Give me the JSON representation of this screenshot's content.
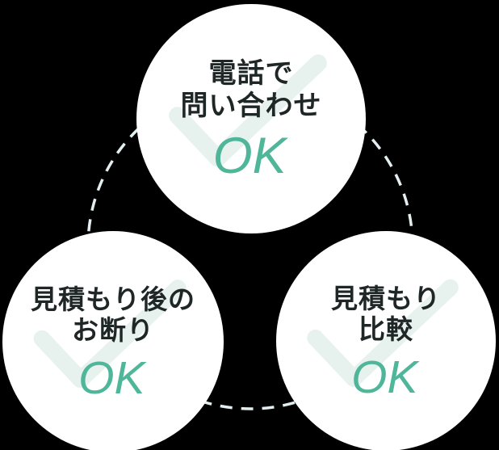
{
  "colors": {
    "background": "#000000",
    "circle": "#ffffff",
    "checkmark": "#e7f2ee",
    "ring": "#e3eef0",
    "ok": "#4fb69a",
    "text": "#1f2626"
  },
  "circles": [
    {
      "icon": "checkmark",
      "lines": [
        "電話で",
        "問い合わせ"
      ],
      "ok": "OK"
    },
    {
      "icon": "checkmark",
      "lines": [
        "見積もり後の",
        "お断り"
      ],
      "ok": "OK"
    },
    {
      "icon": "checkmark",
      "lines": [
        "見積もり",
        "比較"
      ],
      "ok": "OK"
    }
  ]
}
